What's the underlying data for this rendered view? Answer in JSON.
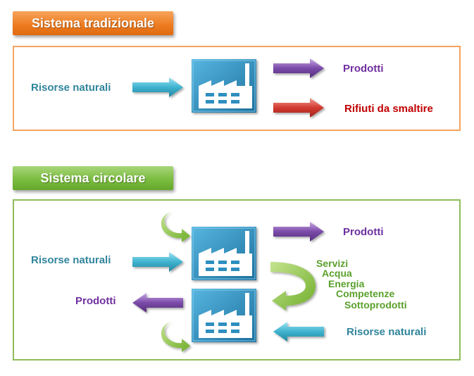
{
  "traditional": {
    "title": "Sistema tradizionale",
    "input_label": "Risorse naturali",
    "output_products": "Prodotti",
    "output_waste": "Rifiuti da smaltire"
  },
  "circular": {
    "title": "Sistema circolare",
    "input_label_top": "Risorse naturali",
    "output_products_top": "Prodotti",
    "output_products_bottom": "Prodotti",
    "input_label_bottom": "Risorse naturali",
    "exchanges": [
      "Servizi",
      "Acqua",
      "Energia",
      "Competenze",
      "Sottoprodotti"
    ]
  },
  "colors": {
    "traditional_accent": "#ee7d22",
    "circular_accent": "#7bbd3f",
    "input_arrow": "#3fb3cf",
    "output_arrow": "#7a4aa8",
    "waste_arrow": "#d23a30",
    "cycle_arrow": "#8cc63f",
    "factory": "#2e8fbf"
  },
  "icons": {
    "factory": "factory-icon",
    "arrow": "block-arrow-icon",
    "cycle": "curved-arrow-icon"
  }
}
